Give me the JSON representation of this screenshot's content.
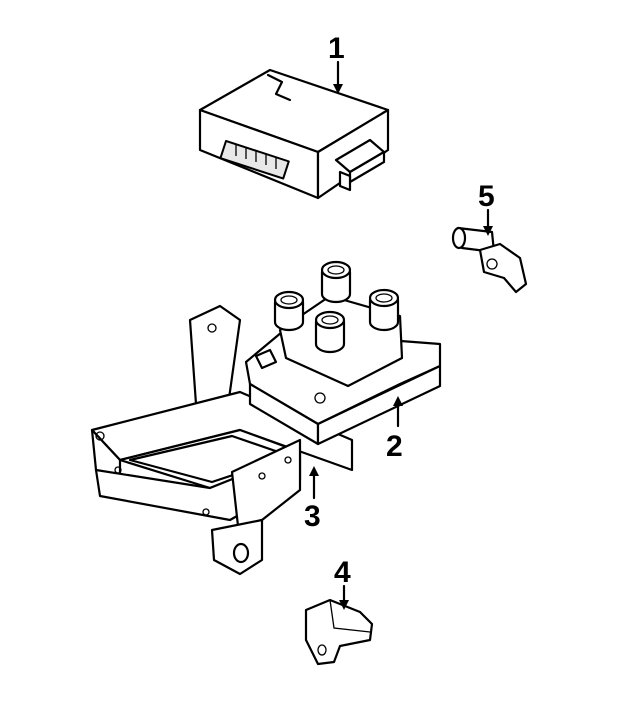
{
  "callouts": [
    {
      "id": "1",
      "label": "1"
    },
    {
      "id": "2",
      "label": "2"
    },
    {
      "id": "3",
      "label": "3"
    },
    {
      "id": "4",
      "label": "4"
    },
    {
      "id": "5",
      "label": "5"
    }
  ],
  "parts": [
    {
      "callout": "1",
      "icon": "control-module-icon"
    },
    {
      "callout": "2",
      "icon": "ignition-coil-pack-icon"
    },
    {
      "callout": "3",
      "icon": "mounting-bracket-icon"
    },
    {
      "callout": "4",
      "icon": "sensor-icon"
    },
    {
      "callout": "5",
      "icon": "sensor-icon"
    }
  ]
}
